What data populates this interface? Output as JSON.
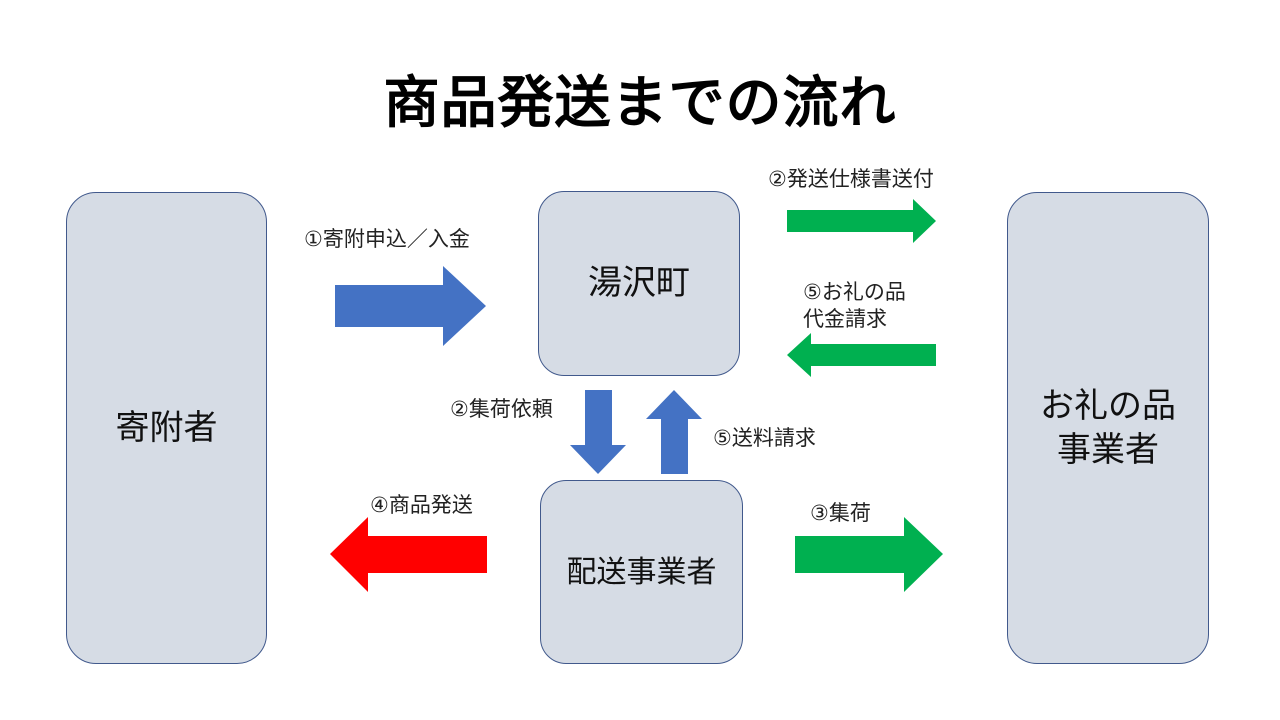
{
  "title": "商品発送までの流れ",
  "nodes": {
    "donor": "寄附者",
    "town": "湯沢町",
    "carrier": "配送事業者",
    "supplier": "お礼の品\n事業者"
  },
  "labels": {
    "step1_application": "①寄附申込／入金",
    "step2_spec": "②発送仕様書送付",
    "step2_pickup_request": "②集荷依頼",
    "step3_pickup": "③集荷",
    "step4_shipping": "④商品発送",
    "step5_gift_billing": "⑤お礼の品\n代金請求",
    "step5_shipping_billing": "⑤送料請求"
  },
  "colors": {
    "box_fill": "#d6dce5",
    "box_border": "#41598c",
    "arrow_blue": "#4472c4",
    "arrow_green": "#00b050",
    "arrow_red": "#ff0000"
  }
}
